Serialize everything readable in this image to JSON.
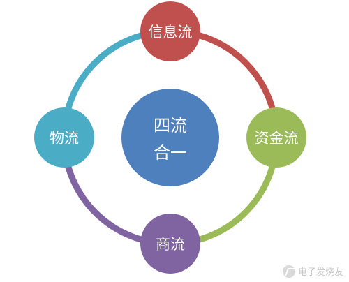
{
  "diagram": {
    "center": {
      "line1": "四流",
      "line2": "合一",
      "color": "#4E80BD"
    },
    "nodes": {
      "top": {
        "label": "信息流",
        "color": "#C0504D"
      },
      "right": {
        "label": "资金流",
        "color": "#9BBB59"
      },
      "bottom": {
        "label": "商流",
        "color": "#8064A2"
      },
      "left": {
        "label": "物流",
        "color": "#4BACC6"
      }
    },
    "arcs": {
      "top_right": "#C0504D",
      "right_bottom": "#9BBB59",
      "bottom_left": "#8064A2",
      "left_top": "#4BACC6"
    }
  },
  "watermark": {
    "text": "电子发烧友",
    "icon": "logo-icon"
  }
}
